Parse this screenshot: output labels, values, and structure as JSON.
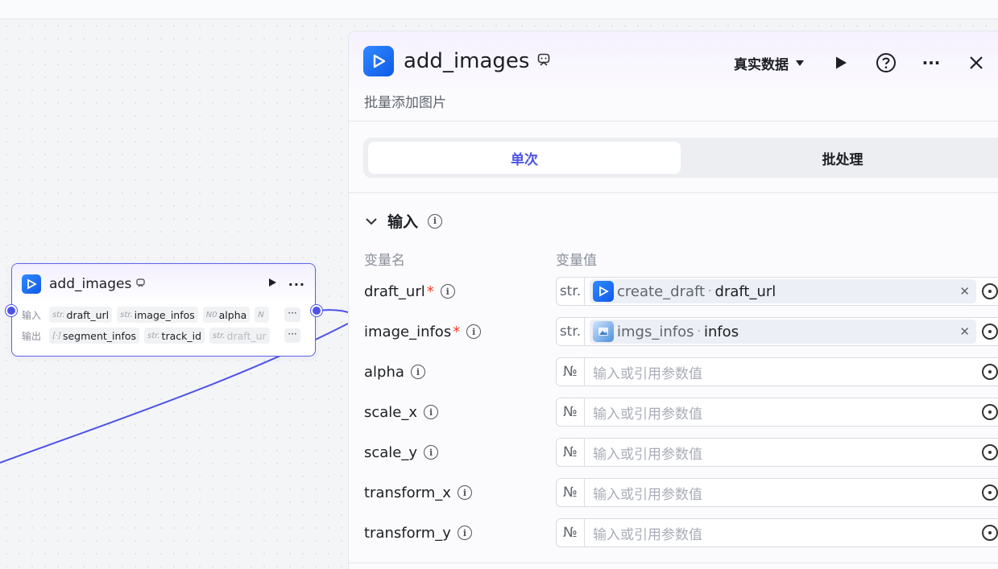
{
  "node": {
    "title": "add_images",
    "input_label": "输入",
    "output_label": "输出",
    "inputs": [
      {
        "type": "str.",
        "name": "draft_url"
      },
      {
        "type": "str.",
        "name": "image_infos"
      },
      {
        "type": "N0",
        "name": "alpha"
      },
      {
        "type": "N",
        "name": ""
      }
    ],
    "outputs": [
      {
        "type": "[·]",
        "name": "segment_infos"
      },
      {
        "type": "str.",
        "name": "track_id"
      },
      {
        "type": "str.",
        "name": "draft_ur"
      }
    ],
    "more_label": "···"
  },
  "panel": {
    "title": "add_images",
    "description": "批量添加图片",
    "env_label": "真实数据",
    "tabs": {
      "single": "单次",
      "batch": "批处理"
    },
    "section_title": "输入",
    "col_name": "变量名",
    "col_value": "变量值",
    "params": [
      {
        "name": "draft_url",
        "required": true,
        "type": "str.",
        "ref_node": "create_draft",
        "ref_field": "draft_url"
      },
      {
        "name": "image_infos",
        "required": true,
        "type": "str.",
        "ref_node": "imgs_infos",
        "ref_field": "infos"
      },
      {
        "name": "alpha",
        "required": false,
        "type": "№",
        "placeholder": "输入或引用参数值"
      },
      {
        "name": "scale_x",
        "required": false,
        "type": "№",
        "placeholder": "输入或引用参数值"
      },
      {
        "name": "scale_y",
        "required": false,
        "type": "№",
        "placeholder": "输入或引用参数值"
      },
      {
        "name": "transform_x",
        "required": false,
        "type": "№",
        "placeholder": "输入或引用参数值"
      },
      {
        "name": "transform_y",
        "required": false,
        "type": "№",
        "placeholder": "输入或引用参数值"
      }
    ],
    "required_mark": "*",
    "dot_sep": "·"
  },
  "colors": {
    "accent": "#4d53e8",
    "required": "#f93920",
    "brand_blue": "#1159e8"
  }
}
